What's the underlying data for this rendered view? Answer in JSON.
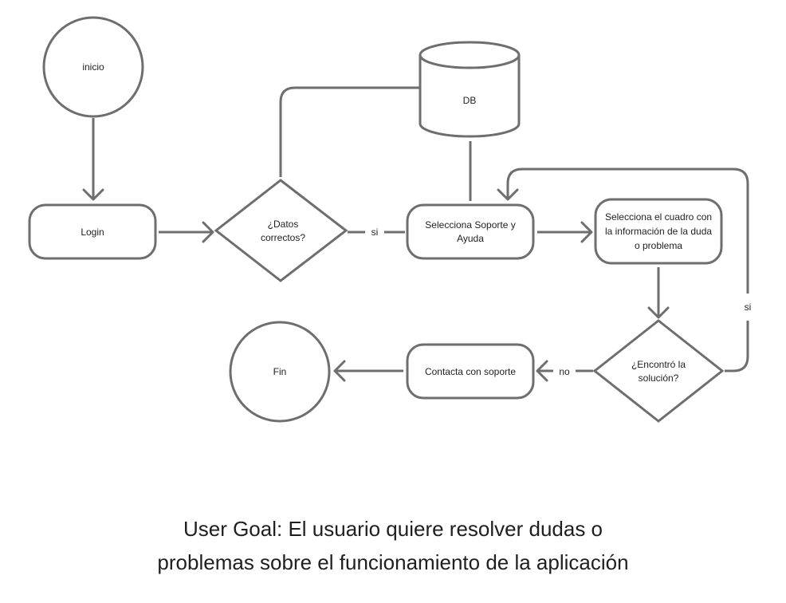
{
  "diagram": {
    "nodes": {
      "inicio": "inicio",
      "login": "Login",
      "datos_1": "¿Datos",
      "datos_2": "correctos?",
      "db": "DB",
      "soporte_1": "Selecciona Soporte y",
      "soporte_2": "Ayuda",
      "cuadro_1": "Selecciona el cuadro con",
      "cuadro_2": "la información de la duda",
      "cuadro_3": "o problema",
      "encontro_1": "¿Encontró la",
      "encontro_2": "solución?",
      "contacta": "Contacta con soporte",
      "fin": "Fin"
    },
    "edge_labels": {
      "si_datos": "si",
      "si_loop": "si",
      "no": "no"
    }
  },
  "caption": {
    "line1": "User Goal: El usuario quiere resolver dudas o",
    "line2": "problemas sobre el funcionamiento de la aplicación"
  }
}
